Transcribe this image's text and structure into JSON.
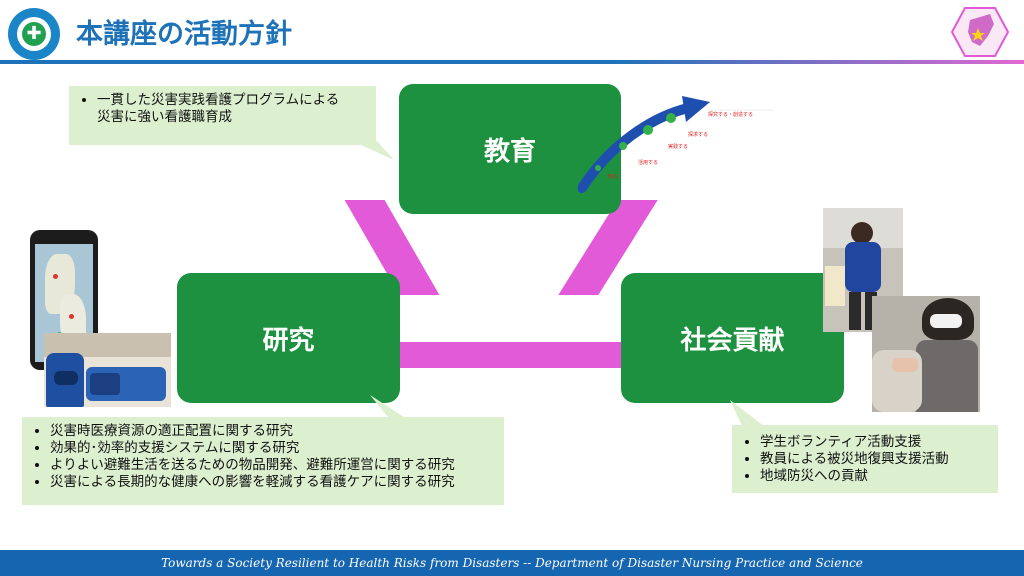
{
  "header": {
    "title": "本講座の活動方針"
  },
  "nodes": {
    "education": "教育",
    "research": "研究",
    "social": "社会貢献"
  },
  "callouts": {
    "education": [
      "一貫した災害実践看護プログラムによる\n災害に強い看護職育成"
    ],
    "research": [
      "災害時医療資源の適正配置に関する研究",
      "効果的･効率的支援システムに関する研究",
      "よりよい避難生活を送るための物品開発、避難所運営に関する研究",
      "災害による長期的な健康への影響を軽減する看護ケアに関する研究"
    ],
    "social": [
      "学生ボランティア活動支援",
      "教員による被災地復興支援活動",
      "地域防災への貢献"
    ]
  },
  "arrow_graphic": {
    "labels": [
      "探究する・創造する",
      "探求する",
      "実践する",
      "活用する",
      "知る"
    ]
  },
  "footer": {
    "text": "Towards a Society Resilient to Health Risks from Disasters -- Department of Disaster Nursing Practice and Science"
  },
  "colors": {
    "title_blue": "#1e73b8",
    "node_green": "#1e9141",
    "connector_pink": "#e25ad8",
    "callout_bg": "#dcefcf",
    "footer_blue": "#1565b0"
  }
}
